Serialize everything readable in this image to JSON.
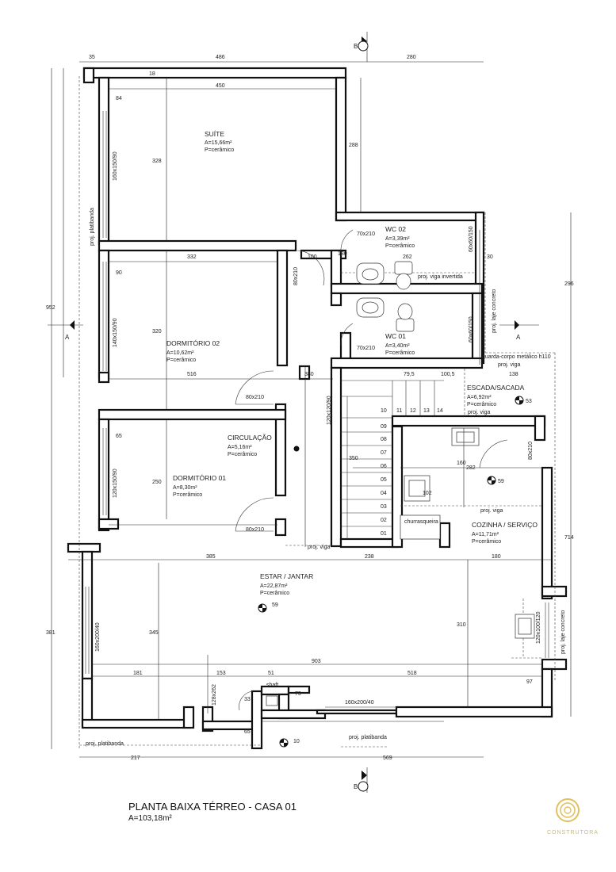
{
  "title": "PLANTA BAIXA TÉRREO - CASA 01",
  "total_area": "A=103,18m²",
  "rooms": [
    {
      "name": "SUÍTE",
      "area": "A=15,66m²",
      "floor": "P=cerâmico"
    },
    {
      "name": "WC 02",
      "area": "A=3,39m²",
      "floor": "P=cerâmico"
    },
    {
      "name": "WC 01",
      "area": "A=3,40m²",
      "floor": "P=cerâmico"
    },
    {
      "name": "DORMITÓRIO 02",
      "area": "A=10,62m²",
      "floor": "P=cerâmico"
    },
    {
      "name": "ESCADA/SACADA",
      "area": "A=6,92m²",
      "floor": "P=cerâmico"
    },
    {
      "name": "CIRCULAÇÃO",
      "area": "A=5,16m²",
      "floor": "P=cerâmico"
    },
    {
      "name": "DORMITÓRIO 01",
      "area": "A=8,30m²",
      "floor": "P=cerâmico"
    },
    {
      "name": "COZINHA / SERVIÇO",
      "area": "A=11,71m²",
      "floor": "P=cerâmico"
    },
    {
      "name": "ESTAR / JANTAR",
      "area": "A=22,87m²",
      "floor": "P=cerâmico"
    }
  ],
  "section_markers": {
    "b": "B",
    "a": "A"
  },
  "dimensions": [
    "35",
    "486",
    "280",
    "450",
    "84",
    "18",
    "288",
    "328",
    "952",
    "296",
    "714",
    "332",
    "90",
    "130",
    "100",
    "262",
    "30",
    "320",
    "516",
    "380",
    "79,5",
    "100,5",
    "138",
    "10",
    "11",
    "12",
    "13",
    "14",
    "09",
    "08",
    "07",
    "06",
    "05",
    "04",
    "03",
    "02",
    "01",
    "350",
    "160",
    "282",
    "102",
    "65",
    "250",
    "385",
    "238",
    "180",
    "381",
    "345",
    "310",
    "903",
    "181",
    "153",
    "51",
    "518",
    "73",
    "97",
    "33",
    "217",
    "569",
    "65"
  ],
  "openings": [
    "160x150/90",
    "140x150/90",
    "120x150/90",
    "70x210",
    "80x210",
    "60x60/150",
    "120x120/90",
    "160x200/40",
    "128x262",
    "120x100/120",
    "80x210"
  ],
  "annotations": [
    "proj. platibanda",
    "proj. viga invertida",
    "proj. laje concreto",
    "guarda-corpo metálico h110",
    "proj. viga",
    "churrasqueira",
    "shaft"
  ],
  "levels": [
    "53",
    "59",
    "59",
    "10"
  ],
  "logo_text": "CONSTRUTORA"
}
